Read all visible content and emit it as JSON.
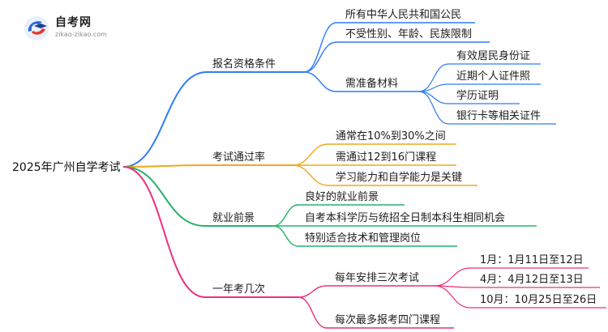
{
  "logo": {
    "title": "自考网",
    "domain": "zikao-zikao.com",
    "icon": "graduation-cap-icon"
  },
  "mindmap": {
    "root": "2025年广州自学考试",
    "colors": {
      "branch_1": "#2e7cf6",
      "branch_2": "#f0a81c",
      "branch_3": "#23b46a",
      "branch_4": "#ef2d7a"
    },
    "branches": [
      {
        "label": "报名资格条件",
        "children": [
          {
            "label": "所有中华人民共和国公民"
          },
          {
            "label": "不受性别、年龄、民族限制"
          },
          {
            "label": "需准备材料",
            "children": [
              {
                "label": "有效居民身份证"
              },
              {
                "label": "近期个人证件照"
              },
              {
                "label": "学历证明"
              },
              {
                "label": "银行卡等相关证件"
              }
            ]
          }
        ]
      },
      {
        "label": "考试通过率",
        "children": [
          {
            "label": "通常在10%到30%之间"
          },
          {
            "label": "需通过12到16门课程"
          },
          {
            "label": "学习能力和自学能力是关键"
          }
        ]
      },
      {
        "label": "就业前景",
        "children": [
          {
            "label": "良好的就业前景"
          },
          {
            "label": "自考本科学历与统招全日制本科生相同机会"
          },
          {
            "label": "特别适合技术和管理岗位"
          }
        ]
      },
      {
        "label": "一年考几次",
        "children": [
          {
            "label": "每年安排三次考试",
            "children": [
              {
                "label": "1月：1月11日至12日"
              },
              {
                "label": "4月：4月12日至13日"
              },
              {
                "label": "10月：10月25日至26日"
              }
            ]
          },
          {
            "label": "每次最多报考四门课程"
          }
        ]
      }
    ]
  }
}
